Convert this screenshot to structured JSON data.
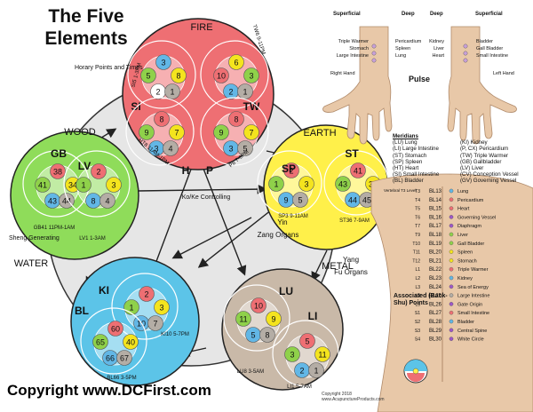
{
  "title": "The Five Elements",
  "copyright": "Copyright www.DCFirst.com",
  "small_copyright": [
    "Copyright 2018",
    "www.AcupunctureProducts.com"
  ],
  "labels": {
    "horary": "Horary Points and Times",
    "ko_ke": "Ko/Ke Controlling",
    "sheng": "Sheng Generating",
    "yin": "Yin",
    "zang": "Zang Organs",
    "yang": "Yang",
    "fu": "Fu Organs"
  },
  "elements": [
    {
      "name": "FIRE",
      "color": "#ee6f73",
      "organs": [
        {
          "code": "SI",
          "dots": [
            {
              "n": "3",
              "c": "#62b7e6"
            },
            {
              "n": "5",
              "c": "#8fd14a"
            },
            {
              "n": "8",
              "c": "#f4e41e"
            },
            {
              "n": "2",
              "c": "#ffffff"
            },
            {
              "n": "1",
              "c": "#b4ada5"
            }
          ],
          "point": "SI5 1-3PM"
        },
        {
          "code": "TW",
          "dots": [
            {
              "n": "6",
              "c": "#f4e41e"
            },
            {
              "n": "10",
              "c": "#ee6f73"
            },
            {
              "n": "3",
              "c": "#8fd14a"
            },
            {
              "n": "2",
              "c": "#62b7e6"
            },
            {
              "n": "1",
              "c": "#b4ada5"
            }
          ],
          "point": "TW6 9-11PM"
        },
        {
          "code": "H",
          "dots": [
            {
              "n": "8",
              "c": "#ee6f73"
            },
            {
              "n": "9",
              "c": "#8fd14a"
            },
            {
              "n": "7",
              "c": "#f4e41e"
            },
            {
              "n": "3",
              "c": "#62b7e6"
            },
            {
              "n": "4",
              "c": "#b4ada5"
            }
          ],
          "point": "HT8 11AM-1PM"
        },
        {
          "code": "P",
          "dots": [
            {
              "n": "8",
              "c": "#ee6f73"
            },
            {
              "n": "9",
              "c": "#8fd14a"
            },
            {
              "n": "7",
              "c": "#f4e41e"
            },
            {
              "n": "3",
              "c": "#62b7e6"
            },
            {
              "n": "5",
              "c": "#b4ada5"
            }
          ],
          "point": "P8 7-9PM"
        }
      ]
    },
    {
      "name": "EARTH",
      "color": "#fff04a",
      "organs": [
        {
          "code": "SP",
          "dots": [
            {
              "n": "2",
              "c": "#ee6f73"
            },
            {
              "n": "1",
              "c": "#8fd14a"
            },
            {
              "n": "3",
              "c": "#f4e41e"
            },
            {
              "n": "9",
              "c": "#62b7e6"
            },
            {
              "n": "5",
              "c": "#b4ada5"
            }
          ],
          "point": "SP3 9-11AM"
        },
        {
          "code": "ST",
          "dots": [
            {
              "n": "41",
              "c": "#ee6f73"
            },
            {
              "n": "43",
              "c": "#8fd14a"
            },
            {
              "n": "36",
              "c": "#f4e41e"
            },
            {
              "n": "44",
              "c": "#62b7e6"
            },
            {
              "n": "45",
              "c": "#b4ada5"
            }
          ],
          "point": "ST36 7-9AM"
        }
      ]
    },
    {
      "name": "METAL",
      "color": "#c9b9a8",
      "organs": [
        {
          "code": "LU",
          "dots": [
            {
              "n": "10",
              "c": "#ee6f73"
            },
            {
              "n": "11",
              "c": "#8fd14a"
            },
            {
              "n": "9",
              "c": "#f4e41e"
            },
            {
              "n": "5",
              "c": "#62b7e6"
            },
            {
              "n": "8",
              "c": "#b4ada5"
            }
          ],
          "point": "LU8 3-5AM"
        },
        {
          "code": "LI",
          "dots": [
            {
              "n": "5",
              "c": "#ee6f73"
            },
            {
              "n": "3",
              "c": "#8fd14a"
            },
            {
              "n": "11",
              "c": "#f4e41e"
            },
            {
              "n": "2",
              "c": "#62b7e6"
            },
            {
              "n": "1",
              "c": "#b4ada5"
            }
          ],
          "point": "LI1 5-7AM"
        }
      ]
    },
    {
      "name": "WATER",
      "color": "#5cc4e8",
      "organs": [
        {
          "code": "KI",
          "dots": [
            {
              "n": "2",
              "c": "#ee6f73"
            },
            {
              "n": "1",
              "c": "#8fd14a"
            },
            {
              "n": "3",
              "c": "#f4e41e"
            },
            {
              "n": "10",
              "c": "#62b7e6"
            },
            {
              "n": "7",
              "c": "#b4ada5"
            }
          ],
          "point": "KI10 5-7PM"
        },
        {
          "code": "BL",
          "dots": [
            {
              "n": "60",
              "c": "#ee6f73"
            },
            {
              "n": "65",
              "c": "#8fd14a"
            },
            {
              "n": "40",
              "c": "#f4e41e"
            },
            {
              "n": "66",
              "c": "#62b7e6"
            },
            {
              "n": "67",
              "c": "#b4ada5"
            }
          ],
          "point": "BL66 3-5PM"
        }
      ]
    },
    {
      "name": "WOOD",
      "color": "#8fdc5a",
      "organs": [
        {
          "code": "GB",
          "dots": [
            {
              "n": "38",
              "c": "#ee6f73"
            },
            {
              "n": "41",
              "c": "#8fd14a"
            },
            {
              "n": "34",
              "c": "#f4e41e"
            },
            {
              "n": "43",
              "c": "#62b7e6"
            },
            {
              "n": "44",
              "c": "#b4ada5"
            }
          ],
          "point": "GB41 11PM-1AM"
        },
        {
          "code": "LV",
          "dots": [
            {
              "n": "2",
              "c": "#ee6f73"
            },
            {
              "n": "1",
              "c": "#8fd14a"
            },
            {
              "n": "3",
              "c": "#f4e41e"
            },
            {
              "n": "8",
              "c": "#62b7e6"
            },
            {
              "n": "4",
              "c": "#b4ada5"
            }
          ],
          "point": "LV1 1-3AM"
        }
      ]
    }
  ],
  "pulse": {
    "title": "Pulse",
    "right_hand": "Right Hand",
    "left_hand": "Left Hand",
    "superficial": "Superficial",
    "deep": "Deep",
    "right_superficial": [
      "Triple Warmer",
      "Stomach",
      "Large Intestine"
    ],
    "right_deep": [
      "Pericardium",
      "Spleen",
      "Lung"
    ],
    "left_deep": [
      "Kidney",
      "Liver",
      "Heart"
    ],
    "left_superficial": [
      "Bladder",
      "Gall Bladder",
      "Small Intestine"
    ]
  },
  "meridians": {
    "title": "Meridians",
    "left": [
      "(LU) Lung",
      "(LI) Large Intestine",
      "(ST) Stomach",
      "(SP) Spleen",
      "(HT) Heart",
      "(SI) Small Intestine",
      "(BL) Bladder"
    ],
    "right": [
      "(KI) Kidney",
      "(P, CX) Pericardium",
      "(TW) Triple Warmer",
      "(GB) Gallbladder",
      "(LV) Liver",
      "(CV) Conception Vessel",
      "(GV) Governing Vessel"
    ]
  },
  "shu_points": {
    "title": "Associated (Back-Shu) Points",
    "rows": [
      {
        "v": "T3",
        "bl": "BL13",
        "name": "Lung"
      },
      {
        "v": "T4",
        "bl": "BL14",
        "name": "Pericardium"
      },
      {
        "v": "T5",
        "bl": "BL15",
        "name": "Heart"
      },
      {
        "v": "T6",
        "bl": "BL16",
        "name": "Governing Vessel"
      },
      {
        "v": "T7",
        "bl": "BL17",
        "name": "Diaphragm"
      },
      {
        "v": "T9",
        "bl": "BL18",
        "name": "Liver"
      },
      {
        "v": "T10",
        "bl": "BL19",
        "name": "Gall Bladder"
      },
      {
        "v": "T11",
        "bl": "BL20",
        "name": "Spleen"
      },
      {
        "v": "T12",
        "bl": "BL21",
        "name": "Stomach"
      },
      {
        "v": "L1",
        "bl": "BL22",
        "name": "Triple Warmer"
      },
      {
        "v": "L2",
        "bl": "BL23",
        "name": "Kidney"
      },
      {
        "v": "L3",
        "bl": "BL24",
        "name": "Sea of Energy"
      },
      {
        "v": "L4",
        "bl": "BL25",
        "name": "Large Intestine"
      },
      {
        "v": "L5",
        "bl": "BL26",
        "name": "Gate Origin"
      },
      {
        "v": "S1",
        "bl": "BL27",
        "name": "Small Intestine"
      },
      {
        "v": "S2",
        "bl": "BL28",
        "name": "Bladder"
      },
      {
        "v": "S3",
        "bl": "BL29",
        "name": "Central Spine"
      },
      {
        "v": "S4",
        "bl": "BL30",
        "name": "White Circle"
      }
    ],
    "vertebral_label": "Vertebral T3 Level",
    "dot_colors": [
      "#62b7e6",
      "#ee6f73",
      "#ee6f73",
      "#9d57c7",
      "#9d57c7",
      "#8fd14a",
      "#8fd14a",
      "#f4e41e",
      "#f4e41e",
      "#ee6f73",
      "#62b7e6",
      "#9d57c7",
      "#b4ada5",
      "#9d57c7",
      "#ee6f73",
      "#62b7e6",
      "#9d57c7",
      "#9d57c7"
    ]
  }
}
